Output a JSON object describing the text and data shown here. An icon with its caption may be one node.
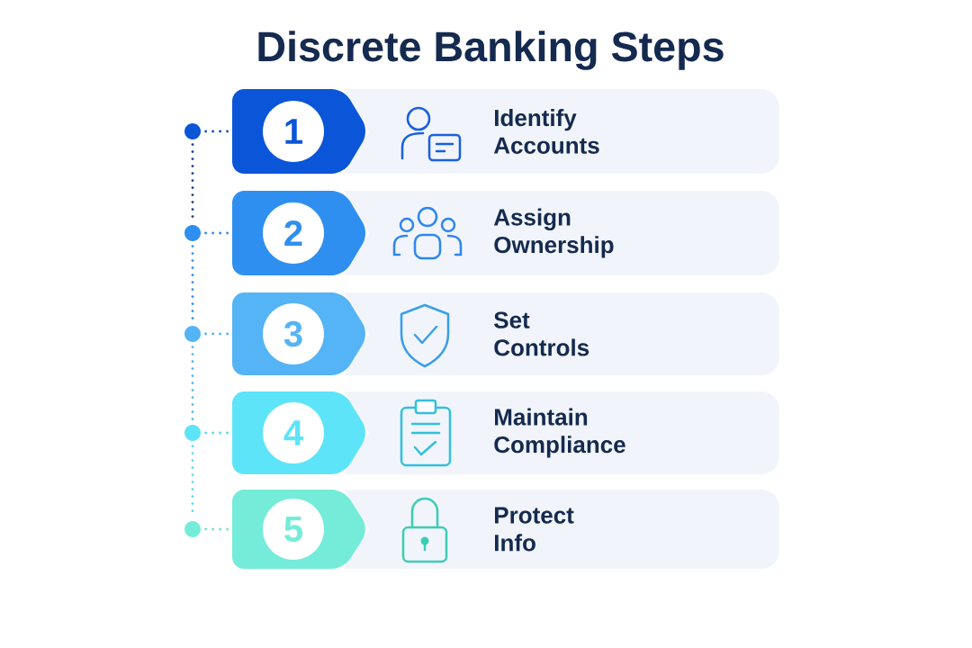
{
  "diagram": {
    "title": "Discrete Banking Steps",
    "nodes": [
      {
        "text": [
          "Identify Accounts"
        ]
      },
      {
        "text": [
          "1"
        ]
      },
      {
        "text": [
          "Assign Ownership"
        ]
      },
      {
        "text": [
          "2"
        ]
      },
      {
        "text": [
          "Set Controls"
        ]
      },
      {
        "text": [
          "3"
        ]
      },
      {
        "text": [
          "Maintain Compliance"
        ]
      },
      {
        "text": [
          "4"
        ]
      },
      {
        "text": [
          "Protect Info"
        ]
      },
      {
        "text": [
          "5"
        ]
      },
      {
        "text": [],
        "shape": "circle"
      },
      {
        "text": [],
        "shape": "circle"
      },
      {
        "text": [],
        "shape": "circle"
      },
      {
        "text": [],
        "shape": "circle"
      },
      {
        "text": [],
        "shape": "circle"
      }
    ],
    "edges": [
      {
        "from": 10,
        "to": 1,
        "arrow": "none",
        "style": "dashed",
        "color": "#0a55d8"
      },
      {
        "from": 11,
        "to": 3,
        "arrow": "none",
        "style": "dashed",
        "color": "#2f8ff0"
      },
      {
        "from": 12,
        "to": 5,
        "arrow": "none",
        "style": "dashed",
        "color": "#55b4f5"
      },
      {
        "from": 13,
        "to": 7,
        "arrow": "none",
        "style": "dashed",
        "color": "#5ed8f0"
      },
      {
        "from": 14,
        "to": 9,
        "arrow": "none",
        "style": "dashed",
        "color": "#6fe3d0"
      },
      {
        "from": 10,
        "to": 11,
        "arrow": "none",
        "style": "dashed",
        "color": "#1d3c8f"
      },
      {
        "from": 11,
        "to": 12,
        "arrow": "none",
        "style": "dashed",
        "color": "#2f8ff0"
      },
      {
        "from": 12,
        "to": 13,
        "arrow": "none",
        "style": "dashed",
        "color": "#55b4f5"
      },
      {
        "from": 13,
        "to": 14,
        "arrow": "none",
        "style": "dashed",
        "color": "#5ed8f0"
      }
    ]
  }
}
